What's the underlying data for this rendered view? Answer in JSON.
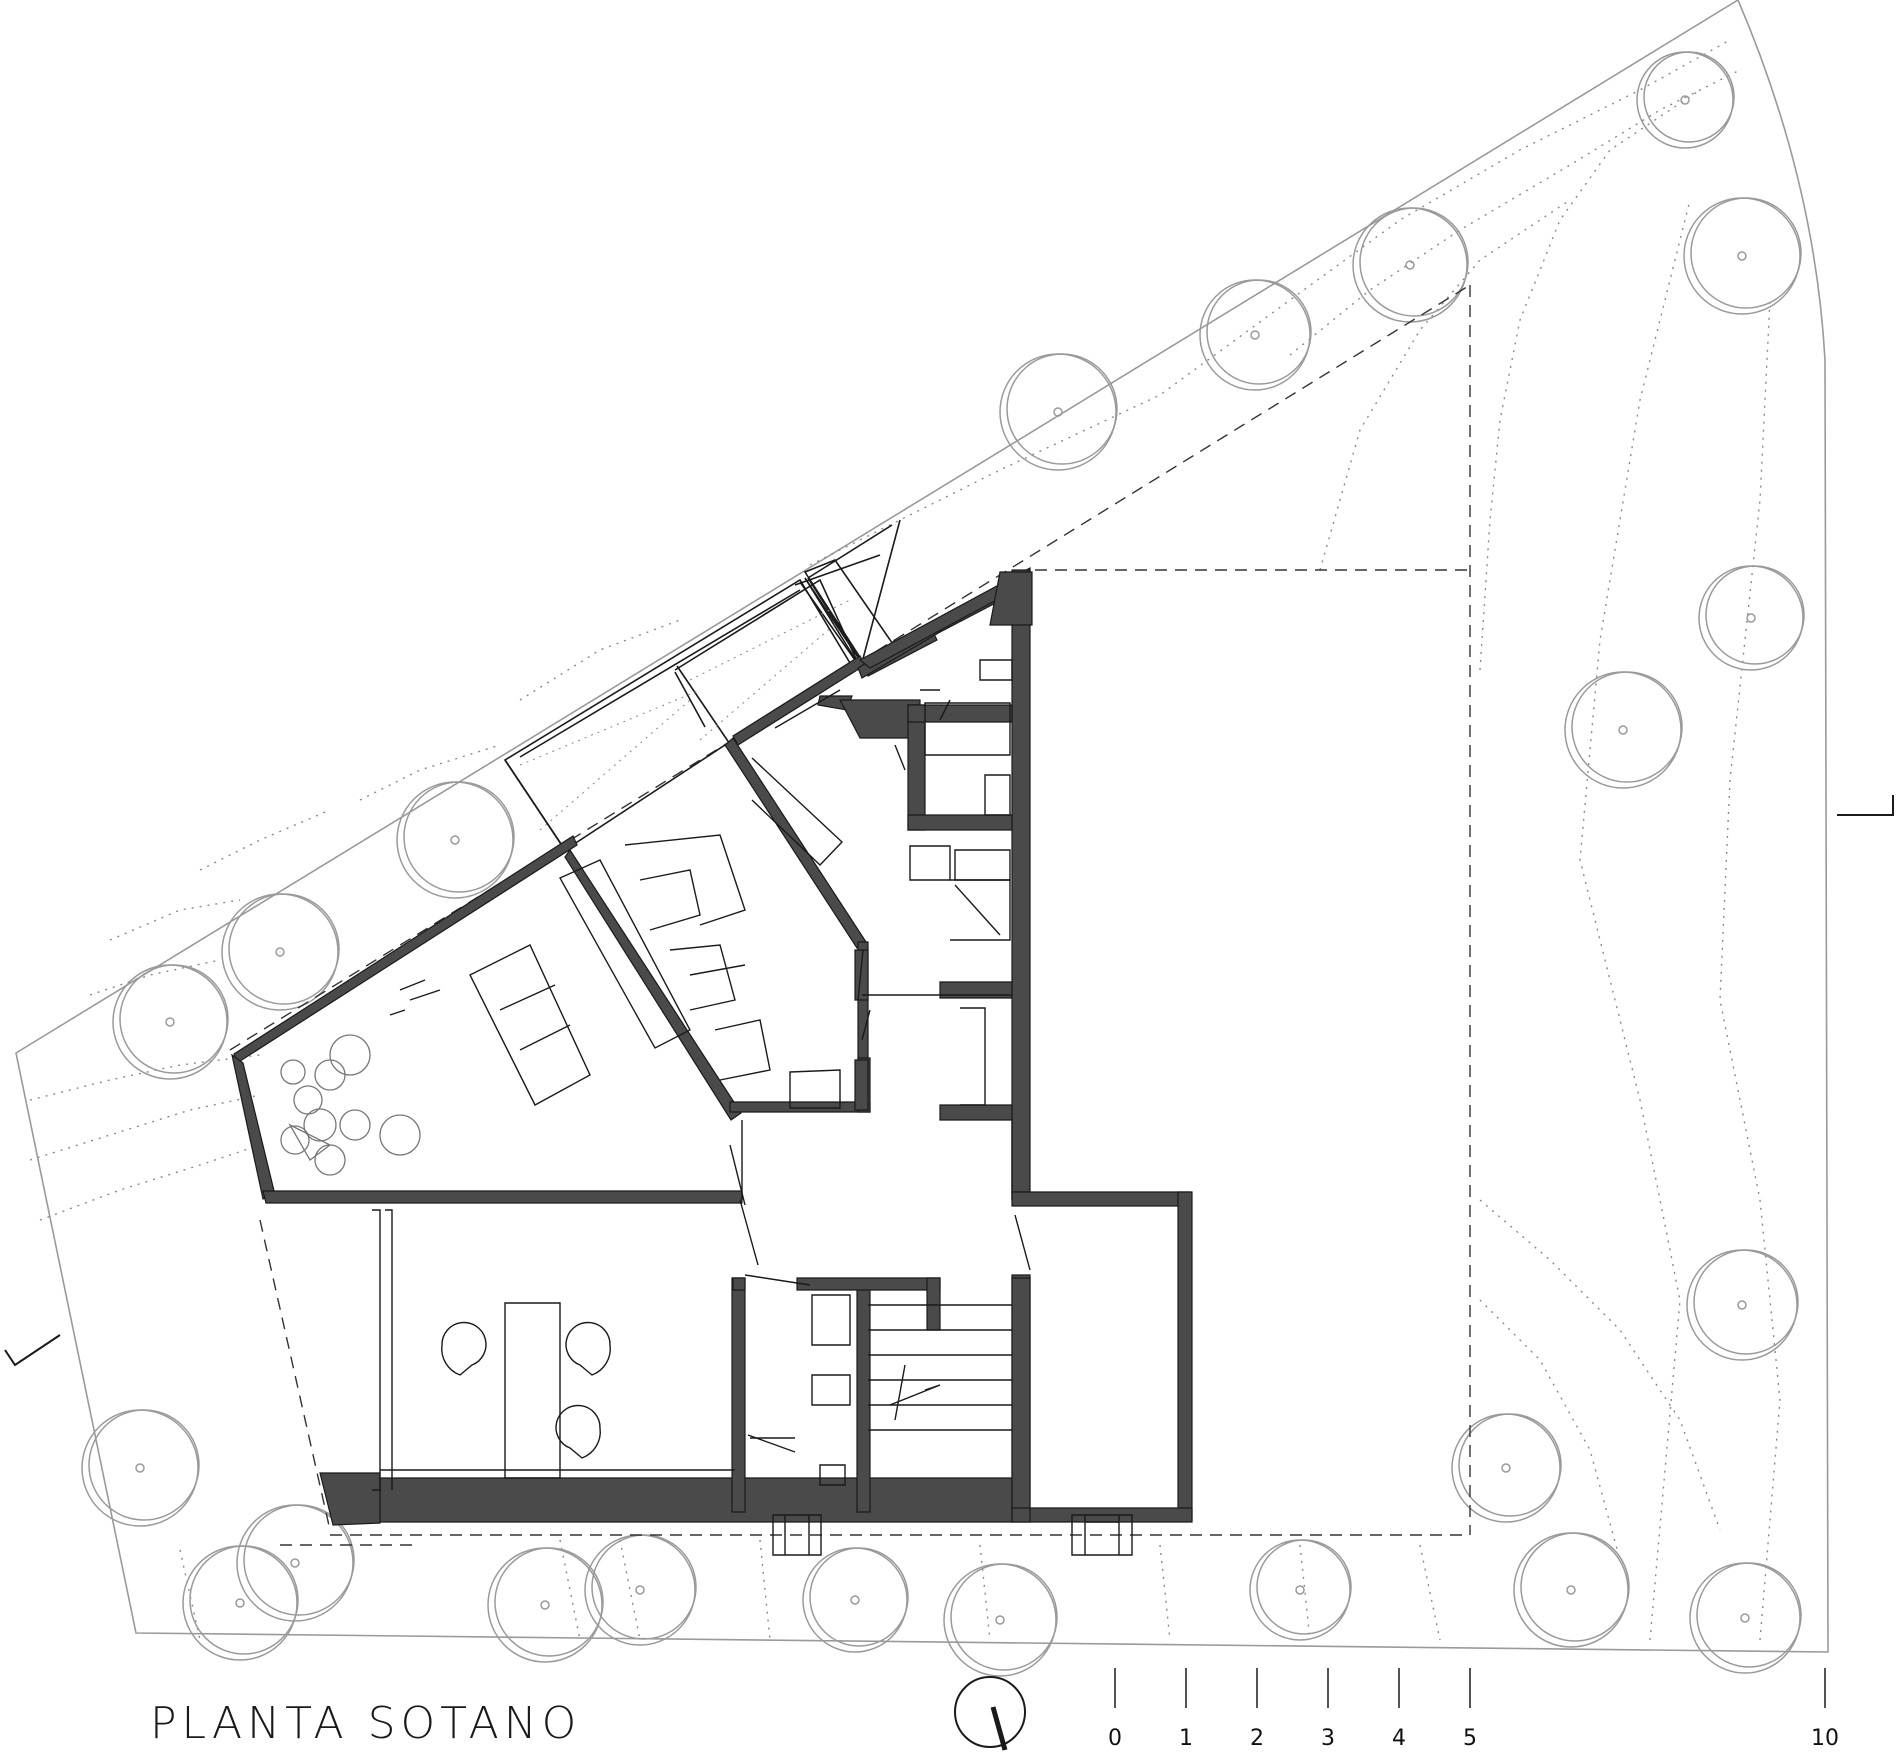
{
  "title": "PLANTA SOTANO",
  "scale_bar": {
    "labels": [
      "0",
      "1",
      "2",
      "3",
      "4",
      "5",
      "10"
    ],
    "values": [
      0,
      1,
      2,
      3,
      4,
      5,
      10
    ]
  },
  "icons": {
    "north": "north-arrow-icon",
    "tree": "tree-icon",
    "section": "section-marker-icon"
  },
  "colors": {
    "wall": "#4a4a4a",
    "line": "#1a1a1a",
    "vegetation": "#9a9a9a"
  }
}
